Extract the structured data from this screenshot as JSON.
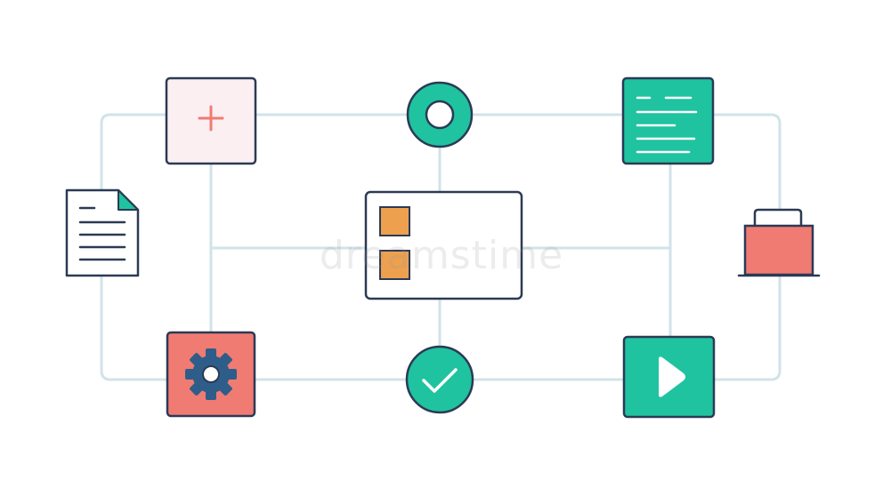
{
  "watermark": "dreamstime",
  "colors": {
    "background": "#ffffff",
    "connector": "#d2e3ea",
    "outline": "#2b3a55",
    "teal": "#1fc39f",
    "coral": "#f07b73",
    "pink_tint": "#fbeff2",
    "orange": "#eda14f",
    "gear": "#2f5d8a"
  },
  "nodes": [
    {
      "id": "add",
      "icon": "plus-icon",
      "shape": "square"
    },
    {
      "id": "ring",
      "icon": "ring-icon",
      "shape": "circle"
    },
    {
      "id": "text-panel",
      "icon": "text-lines-icon",
      "shape": "square"
    },
    {
      "id": "document",
      "icon": "document-icon",
      "shape": "page"
    },
    {
      "id": "checklist",
      "icon": "checklist-icon",
      "shape": "rectangle"
    },
    {
      "id": "folder",
      "icon": "folder-icon",
      "shape": "folder"
    },
    {
      "id": "settings",
      "icon": "gear-icon",
      "shape": "square"
    },
    {
      "id": "check",
      "icon": "check-icon",
      "shape": "circle"
    },
    {
      "id": "play",
      "icon": "play-icon",
      "shape": "square"
    }
  ]
}
